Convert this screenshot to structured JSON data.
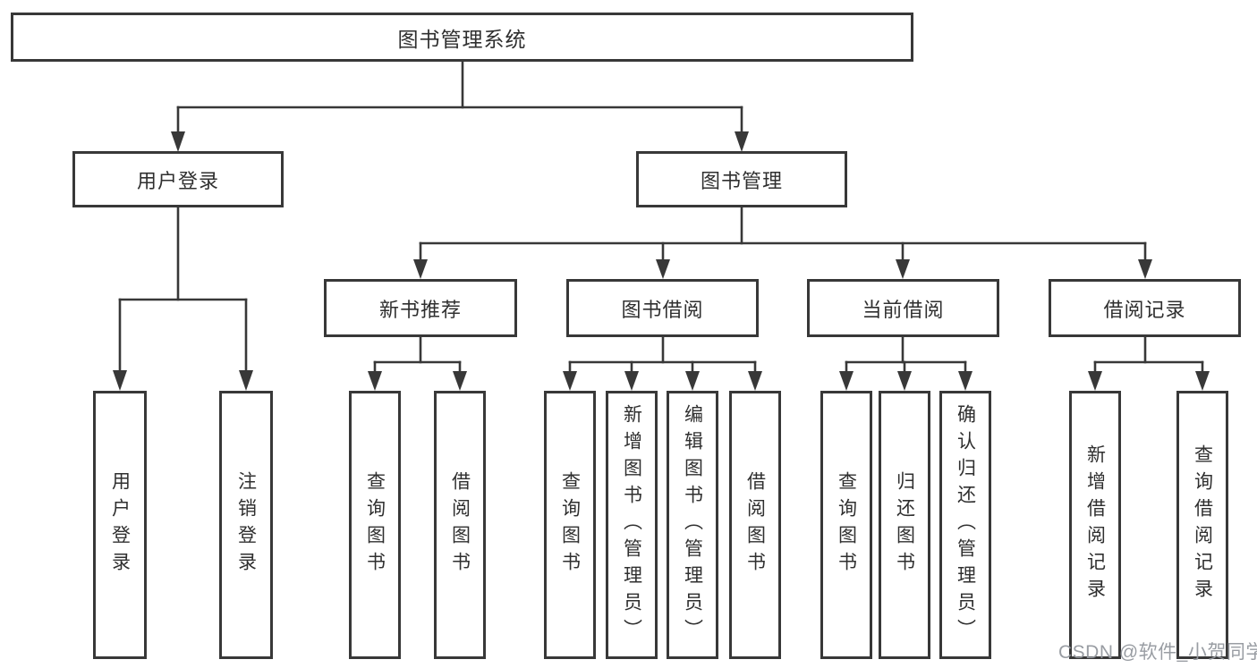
{
  "diagram": {
    "tree": {
      "label": "图书管理系统",
      "children": [
        {
          "label": "用户登录",
          "children": [
            {
              "label": "用户登录"
            },
            {
              "label": "注销登录"
            }
          ]
        },
        {
          "label": "图书管理",
          "children": [
            {
              "label": "新书推荐",
              "children": [
                {
                  "label": "查询图书"
                },
                {
                  "label": "借阅图书"
                }
              ]
            },
            {
              "label": "图书借阅",
              "children": [
                {
                  "label": "查询图书"
                },
                {
                  "label": "新增图书（管理员）"
                },
                {
                  "label": "编辑图书（管理员）"
                },
                {
                  "label": "借阅图书"
                }
              ]
            },
            {
              "label": "当前借阅",
              "children": [
                {
                  "label": "查询图书"
                },
                {
                  "label": "归还图书"
                },
                {
                  "label": "确认归还（管理员）"
                }
              ]
            },
            {
              "label": "借阅记录",
              "children": [
                {
                  "label": "新增借阅记录"
                },
                {
                  "label": "查询借阅记录"
                }
              ]
            }
          ]
        }
      ]
    },
    "watermark": {
      "text": "CSDN @软件_小贺同学"
    },
    "colors": {
      "line": "#383838",
      "text": "#2f2f2f",
      "watermark": "#94989e",
      "background": "#ffffff"
    }
  }
}
